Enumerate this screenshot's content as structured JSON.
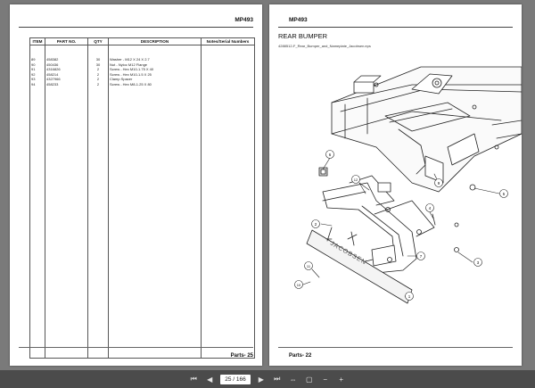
{
  "left_page": {
    "model": "MP493",
    "footer": "Parts- 25",
    "table": {
      "headers": [
        "ITEM",
        "PART NO.",
        "QTY",
        "DESCRIPTION",
        "Notes/Serial Numbers"
      ],
      "rows": [
        [
          "89",
          "458382",
          "30",
          "Washer - M12 X 24 X 2.7",
          ""
        ],
        [
          "90",
          "450436",
          "30",
          "Nut - Nyloc M12 Flange",
          ""
        ],
        [
          "91",
          "4316826",
          "2",
          "Screw - Hex M10-1.75 X 40",
          ""
        ],
        [
          "92",
          "458214",
          "2",
          "Screw - Hex M10-1.5 X 25",
          ""
        ],
        [
          "93",
          "4327966",
          "2",
          "Clamp Spacer",
          ""
        ],
        [
          "94",
          "458233",
          "2",
          "Screw - Hex M8-1.25 X 80",
          ""
        ]
      ]
    }
  },
  "right_page": {
    "model": "MP493",
    "title": "REAR BUMPER",
    "file_name": "4288512-F_Rear_Bumper_and_Nameplate_Jacobsen.eps",
    "footer": "Parts- 22",
    "diagram": {
      "brand_text": "JACOBSEN",
      "callouts": [
        "1",
        "2",
        "3",
        "4",
        "5",
        "6",
        "7",
        "9",
        "10",
        "11",
        "12"
      ]
    }
  },
  "toolbar": {
    "current_page": "25",
    "separator": "/",
    "total_pages": "166",
    "icons": [
      "first-page-icon",
      "prev-page-icon",
      "next-page-icon",
      "last-page-icon",
      "fit-width-icon",
      "fit-page-icon",
      "zoom-out-icon",
      "zoom-in-icon"
    ]
  },
  "colors": {
    "background": "#7a7a7a",
    "page": "#ffffff",
    "toolbar": "#4b4b4b",
    "line_art": "#222222"
  }
}
